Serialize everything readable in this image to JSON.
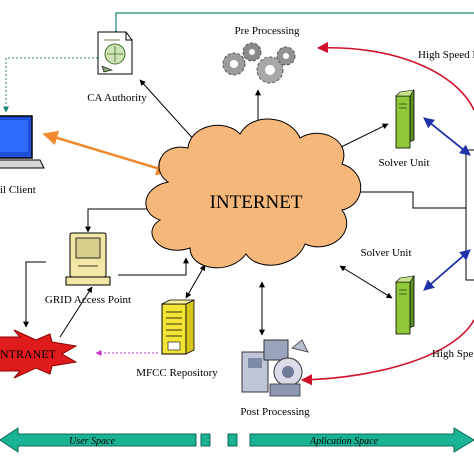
{
  "nodes": {
    "internet": "INTERNET",
    "pre_processing": "Pre Processing",
    "ca_authority": "CA Authority",
    "mail_client": "il Client",
    "solver_unit_top": "Solver Unit",
    "solver_unit_bottom": "Solver Unit",
    "grid_access_point": "GRID Access Point",
    "intranet": "NTRANET",
    "mfcc_repository": "MFCC Repository",
    "post_processing": "Post Processing"
  },
  "links": {
    "high_speed_top": "High Speed L",
    "high_speed_bottom": "High Spe"
  },
  "bands": {
    "user_space": "User Space",
    "application_space": "Aplication Space"
  },
  "colors": {
    "cloud": "#f5b77a",
    "server": "#8fc93a",
    "computer_beige": "#f3e7a6",
    "red_arc": "#d0112b",
    "band_fill": "#19b394",
    "intranet_red": "#e01b1b",
    "orange_link": "#f08a2c",
    "teal_line": "#1b8a7a"
  }
}
